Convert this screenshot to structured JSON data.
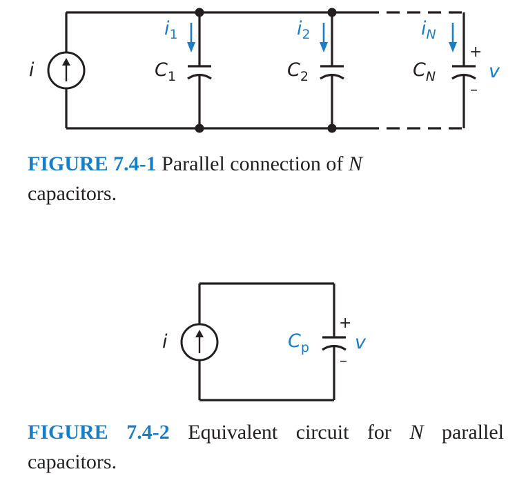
{
  "figure1": {
    "source_label": "i",
    "branches": [
      {
        "current": "i",
        "current_sub": "1",
        "cap": "C",
        "cap_sub": "1"
      },
      {
        "current": "i",
        "current_sub": "2",
        "cap": "C",
        "cap_sub": "2"
      },
      {
        "current": "i",
        "current_sub": "N",
        "cap": "C",
        "cap_sub": "N"
      }
    ],
    "voltage_label": "v",
    "plus": "+",
    "minus": "–",
    "caption": {
      "number": "FIGURE 7.4-1",
      "text_a": " Parallel connection of ",
      "text_b": "N",
      "text_c": " capacitors."
    }
  },
  "figure2": {
    "source_label": "i",
    "cap": "C",
    "cap_sub": "p",
    "voltage_label": "v",
    "plus": "+",
    "minus": "–",
    "caption": {
      "number": "FIGURE 7.4-2",
      "text_a": " Equivalent circuit for ",
      "text_b": "N",
      "text_c": " parallel capacitors."
    }
  },
  "colors": {
    "accent": "#1a7ec4",
    "ink": "#231f20"
  }
}
